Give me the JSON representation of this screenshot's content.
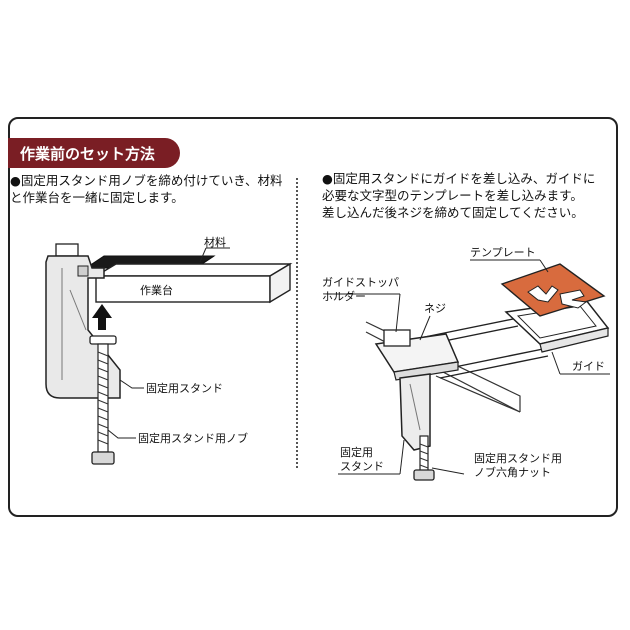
{
  "section_title": "作業前のセット方法",
  "left_panel": {
    "instruction_lines": [
      "●固定用スタンド用ノブを締め付けていき、材料",
      "と作業台を一緒に固定します。"
    ],
    "labels": {
      "material": "材料",
      "workbench": "作業台",
      "stand": "固定用スタンド",
      "knob": "固定用スタンド用ノブ"
    }
  },
  "right_panel": {
    "instruction_lines": [
      "●固定用スタンドにガイドを差し込み、ガイドに",
      "必要な文字型のテンプレートを差し込みます。",
      "差し込んだ後ネジを締めて固定してください。"
    ],
    "labels": {
      "template": "テンプレート",
      "guide_stopper_holder_1": "ガイドストッパ",
      "guide_stopper_holder_2": "ホルダー",
      "screw": "ネジ",
      "guide": "ガイド",
      "stand_1": "固定用",
      "stand_2": "スタンド",
      "knob_nut_1": "固定用スタンド用",
      "knob_nut_2": "ノブ六角ナット"
    }
  },
  "colors": {
    "title_bg": "#7a1e24",
    "template_fill": "#d86b3e"
  }
}
